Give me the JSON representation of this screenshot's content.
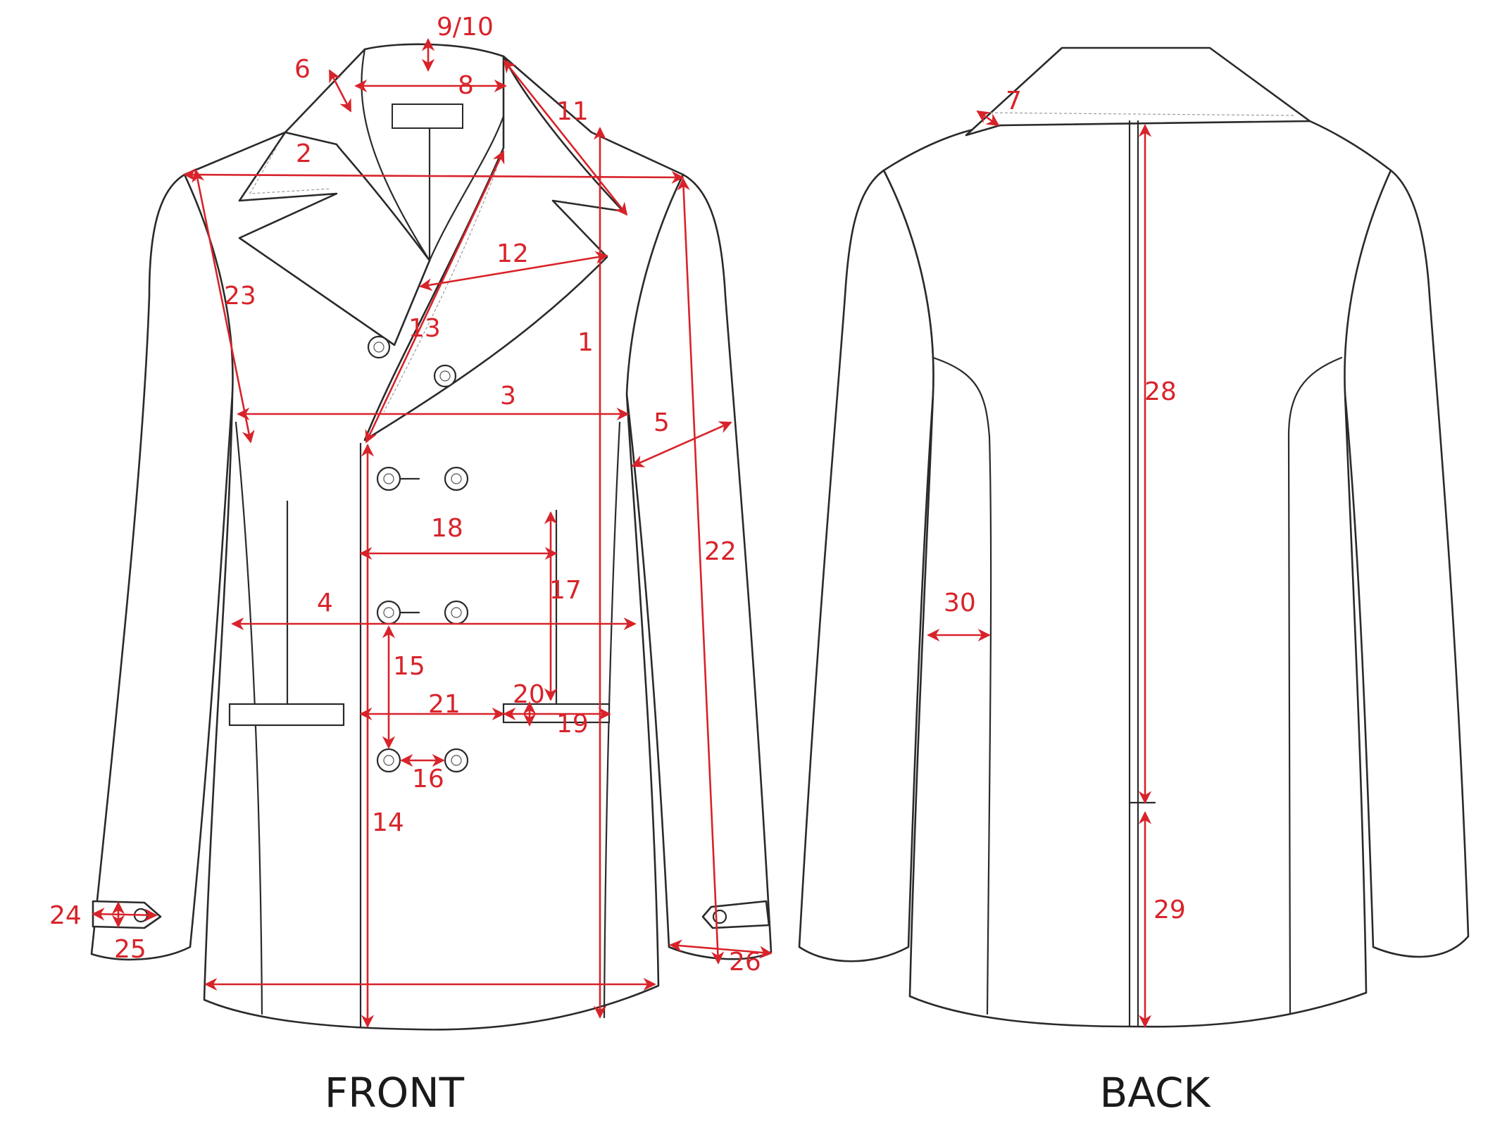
{
  "views": {
    "front": "FRONT",
    "back": "BACK"
  },
  "colors": {
    "measure": "#d8232a",
    "line": "#2a2a2a"
  },
  "measurements": [
    {
      "id": "m1",
      "label": "1"
    },
    {
      "id": "m2",
      "label": "2"
    },
    {
      "id": "m3",
      "label": "3"
    },
    {
      "id": "m4",
      "label": "4"
    },
    {
      "id": "m5",
      "label": "5"
    },
    {
      "id": "m6",
      "label": "6"
    },
    {
      "id": "m7",
      "label": "7"
    },
    {
      "id": "m8",
      "label": "8"
    },
    {
      "id": "m9",
      "label": "9/10"
    },
    {
      "id": "m11",
      "label": "11"
    },
    {
      "id": "m12",
      "label": "12"
    },
    {
      "id": "m13",
      "label": "13"
    },
    {
      "id": "m14",
      "label": "14"
    },
    {
      "id": "m15",
      "label": "15"
    },
    {
      "id": "m16",
      "label": "16"
    },
    {
      "id": "m17",
      "label": "17"
    },
    {
      "id": "m18",
      "label": "18"
    },
    {
      "id": "m19",
      "label": "19"
    },
    {
      "id": "m20",
      "label": "20"
    },
    {
      "id": "m21",
      "label": "21"
    },
    {
      "id": "m22",
      "label": "22"
    },
    {
      "id": "m23",
      "label": "23"
    },
    {
      "id": "m24",
      "label": "24"
    },
    {
      "id": "m25",
      "label": "25"
    },
    {
      "id": "m26",
      "label": "26"
    },
    {
      "id": "m28",
      "label": "28"
    },
    {
      "id": "m29",
      "label": "29"
    },
    {
      "id": "m30",
      "label": "30"
    }
  ]
}
